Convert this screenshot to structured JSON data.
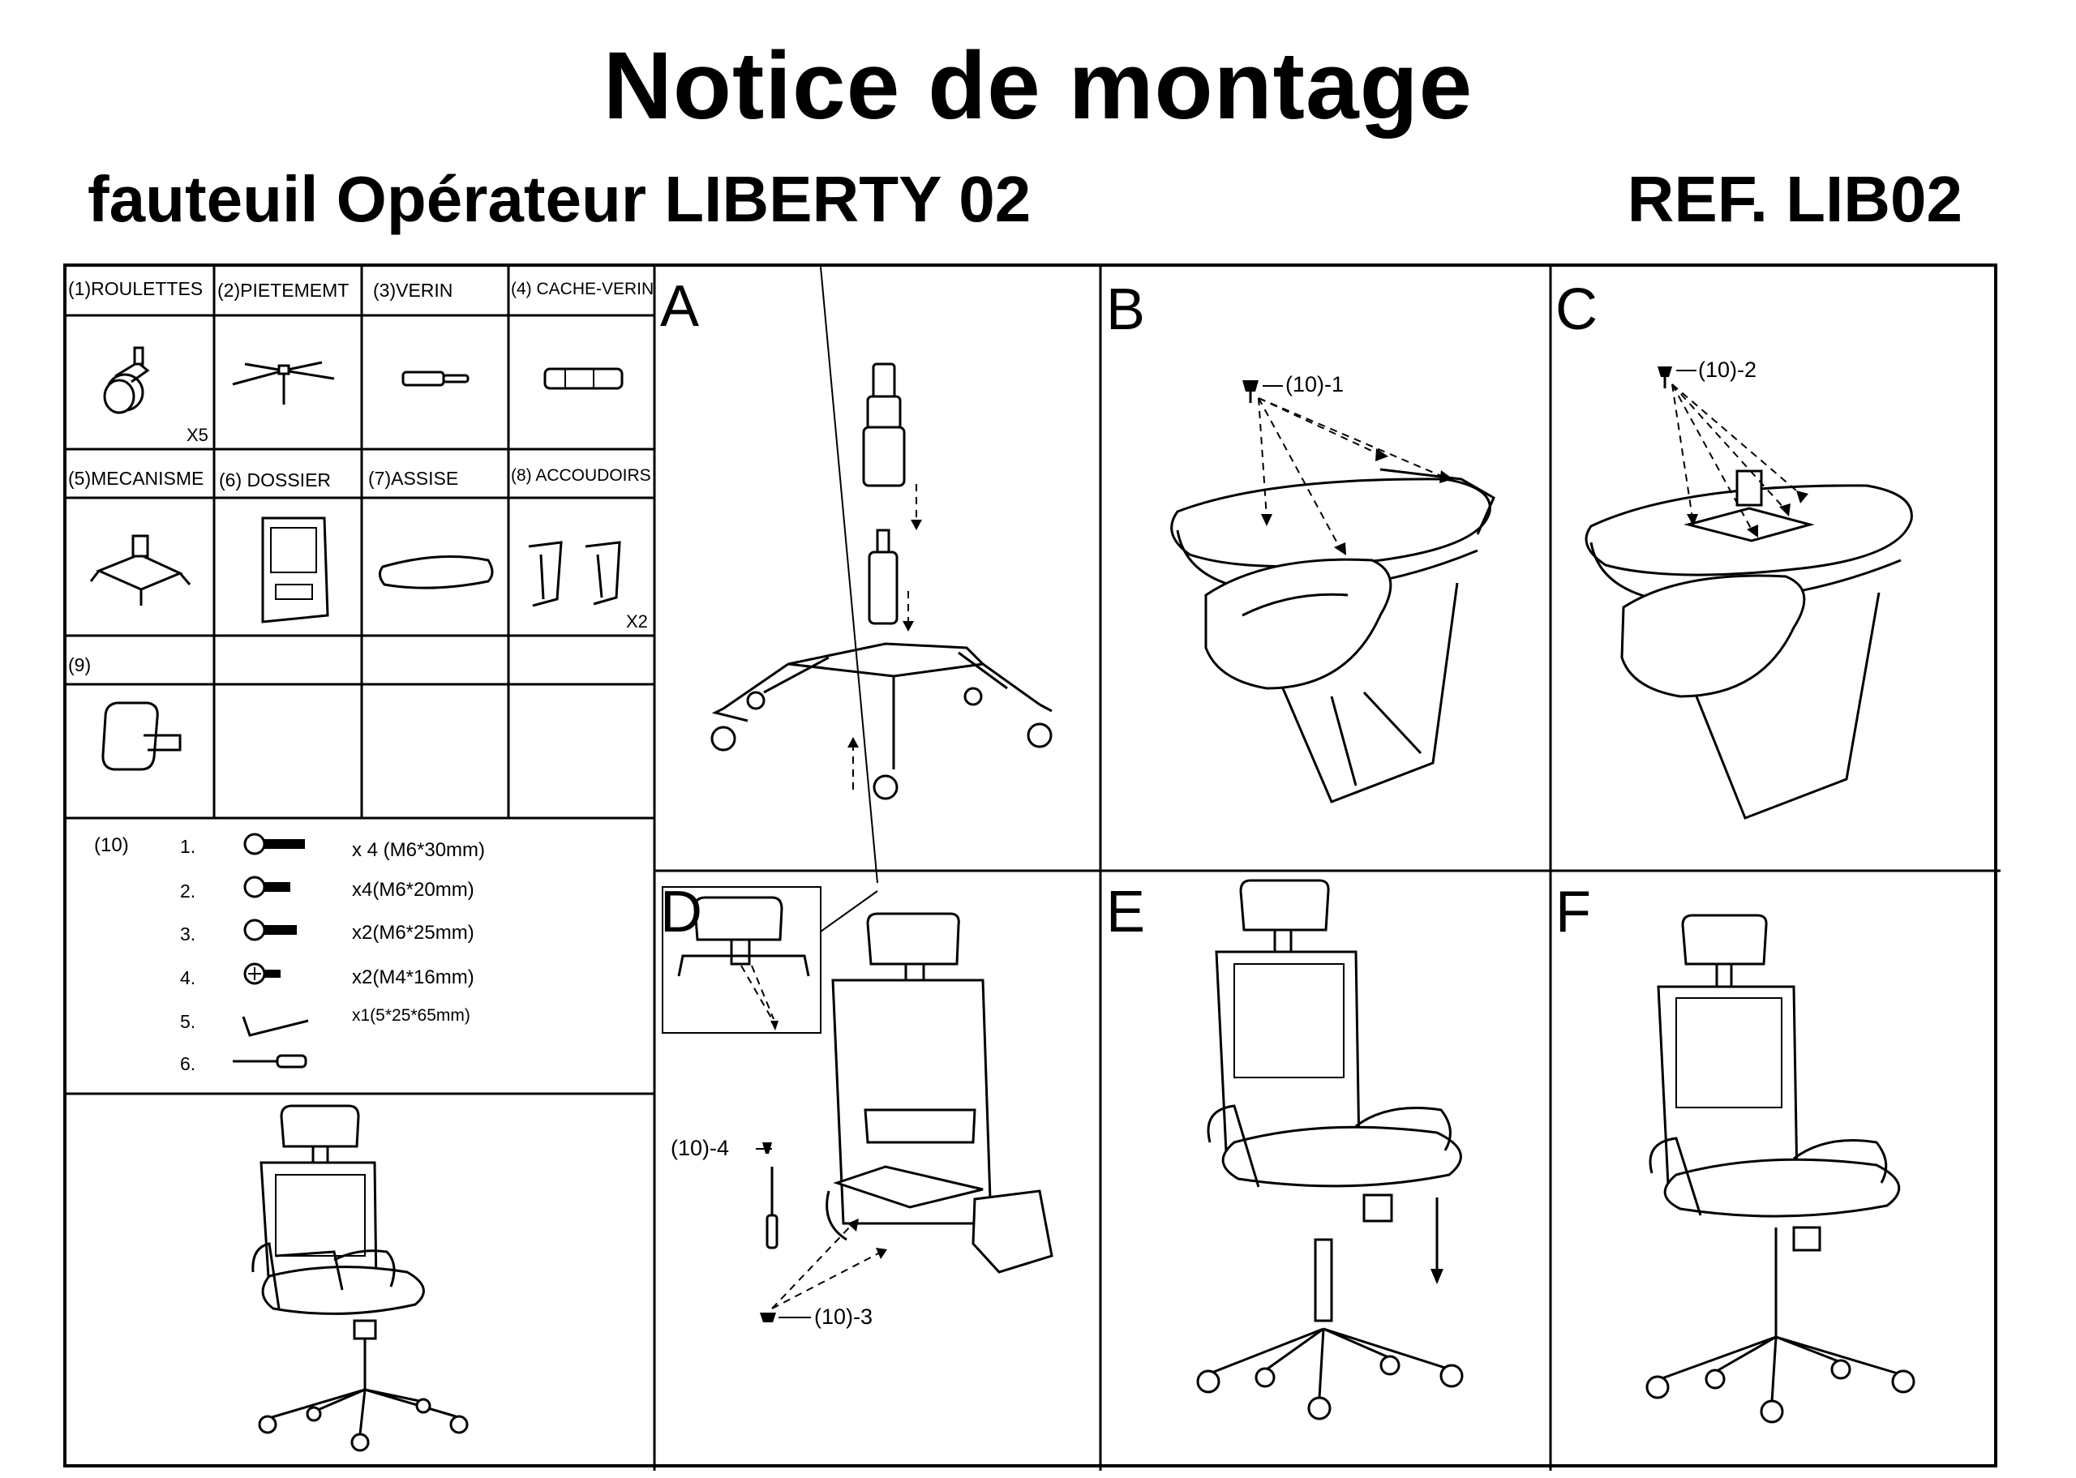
{
  "header": {
    "title": "Notice de montage",
    "product": "fauteuil Opérateur LIBERTY 02",
    "reference": "REF. LIB02"
  },
  "parts": [
    {
      "label": "(1)ROULETTES",
      "qty": "X5",
      "icon": "caster-wheel-icon"
    },
    {
      "label": "(2)PIETEMEMT",
      "qty": "",
      "icon": "star-base-icon"
    },
    {
      "label": "(3)VERIN",
      "qty": "",
      "icon": "gas-lift-icon"
    },
    {
      "label": "(4) CACHE-VERIN",
      "qty": "",
      "icon": "lift-cover-icon"
    },
    {
      "label": "(5)MECANISME",
      "qty": "",
      "icon": "tilt-mechanism-icon"
    },
    {
      "label": "(6) DOSSIER",
      "qty": "",
      "icon": "backrest-icon"
    },
    {
      "label": "(7)ASSISE",
      "qty": "",
      "icon": "seat-icon"
    },
    {
      "label": "(8) ACCOUDOIRS",
      "qty": "X2",
      "icon": "armrests-icon"
    },
    {
      "label": "(9)",
      "qty": "",
      "icon": "headrest-icon"
    }
  ],
  "hardware": {
    "group": "(10)",
    "items": [
      {
        "num": "1.",
        "size": "x 4  (M6*30mm)",
        "icon": "hex-bolt-long-icon"
      },
      {
        "num": "2.",
        "size": "x4(M6*20mm)",
        "icon": "hex-bolt-short-icon"
      },
      {
        "num": "3.",
        "size": "x2(M6*25mm)",
        "icon": "hex-bolt-medium-icon"
      },
      {
        "num": "4.",
        "size": "x2(M4*16mm)",
        "icon": "phillips-screw-icon"
      },
      {
        "num": "5.",
        "size": "x1(5*25*65mm)",
        "icon": "allen-key-icon"
      },
      {
        "num": "6.",
        "size": "",
        "icon": "screwdriver-icon"
      }
    ]
  },
  "steps": [
    {
      "letter": "A",
      "callouts": []
    },
    {
      "letter": "B",
      "callouts": [
        "(10)-1"
      ]
    },
    {
      "letter": "C",
      "callouts": [
        "(10)-2"
      ]
    },
    {
      "letter": "D",
      "callouts": [
        "(10)-4",
        "(10)-3"
      ]
    },
    {
      "letter": "E",
      "callouts": []
    },
    {
      "letter": "F",
      "callouts": []
    }
  ]
}
